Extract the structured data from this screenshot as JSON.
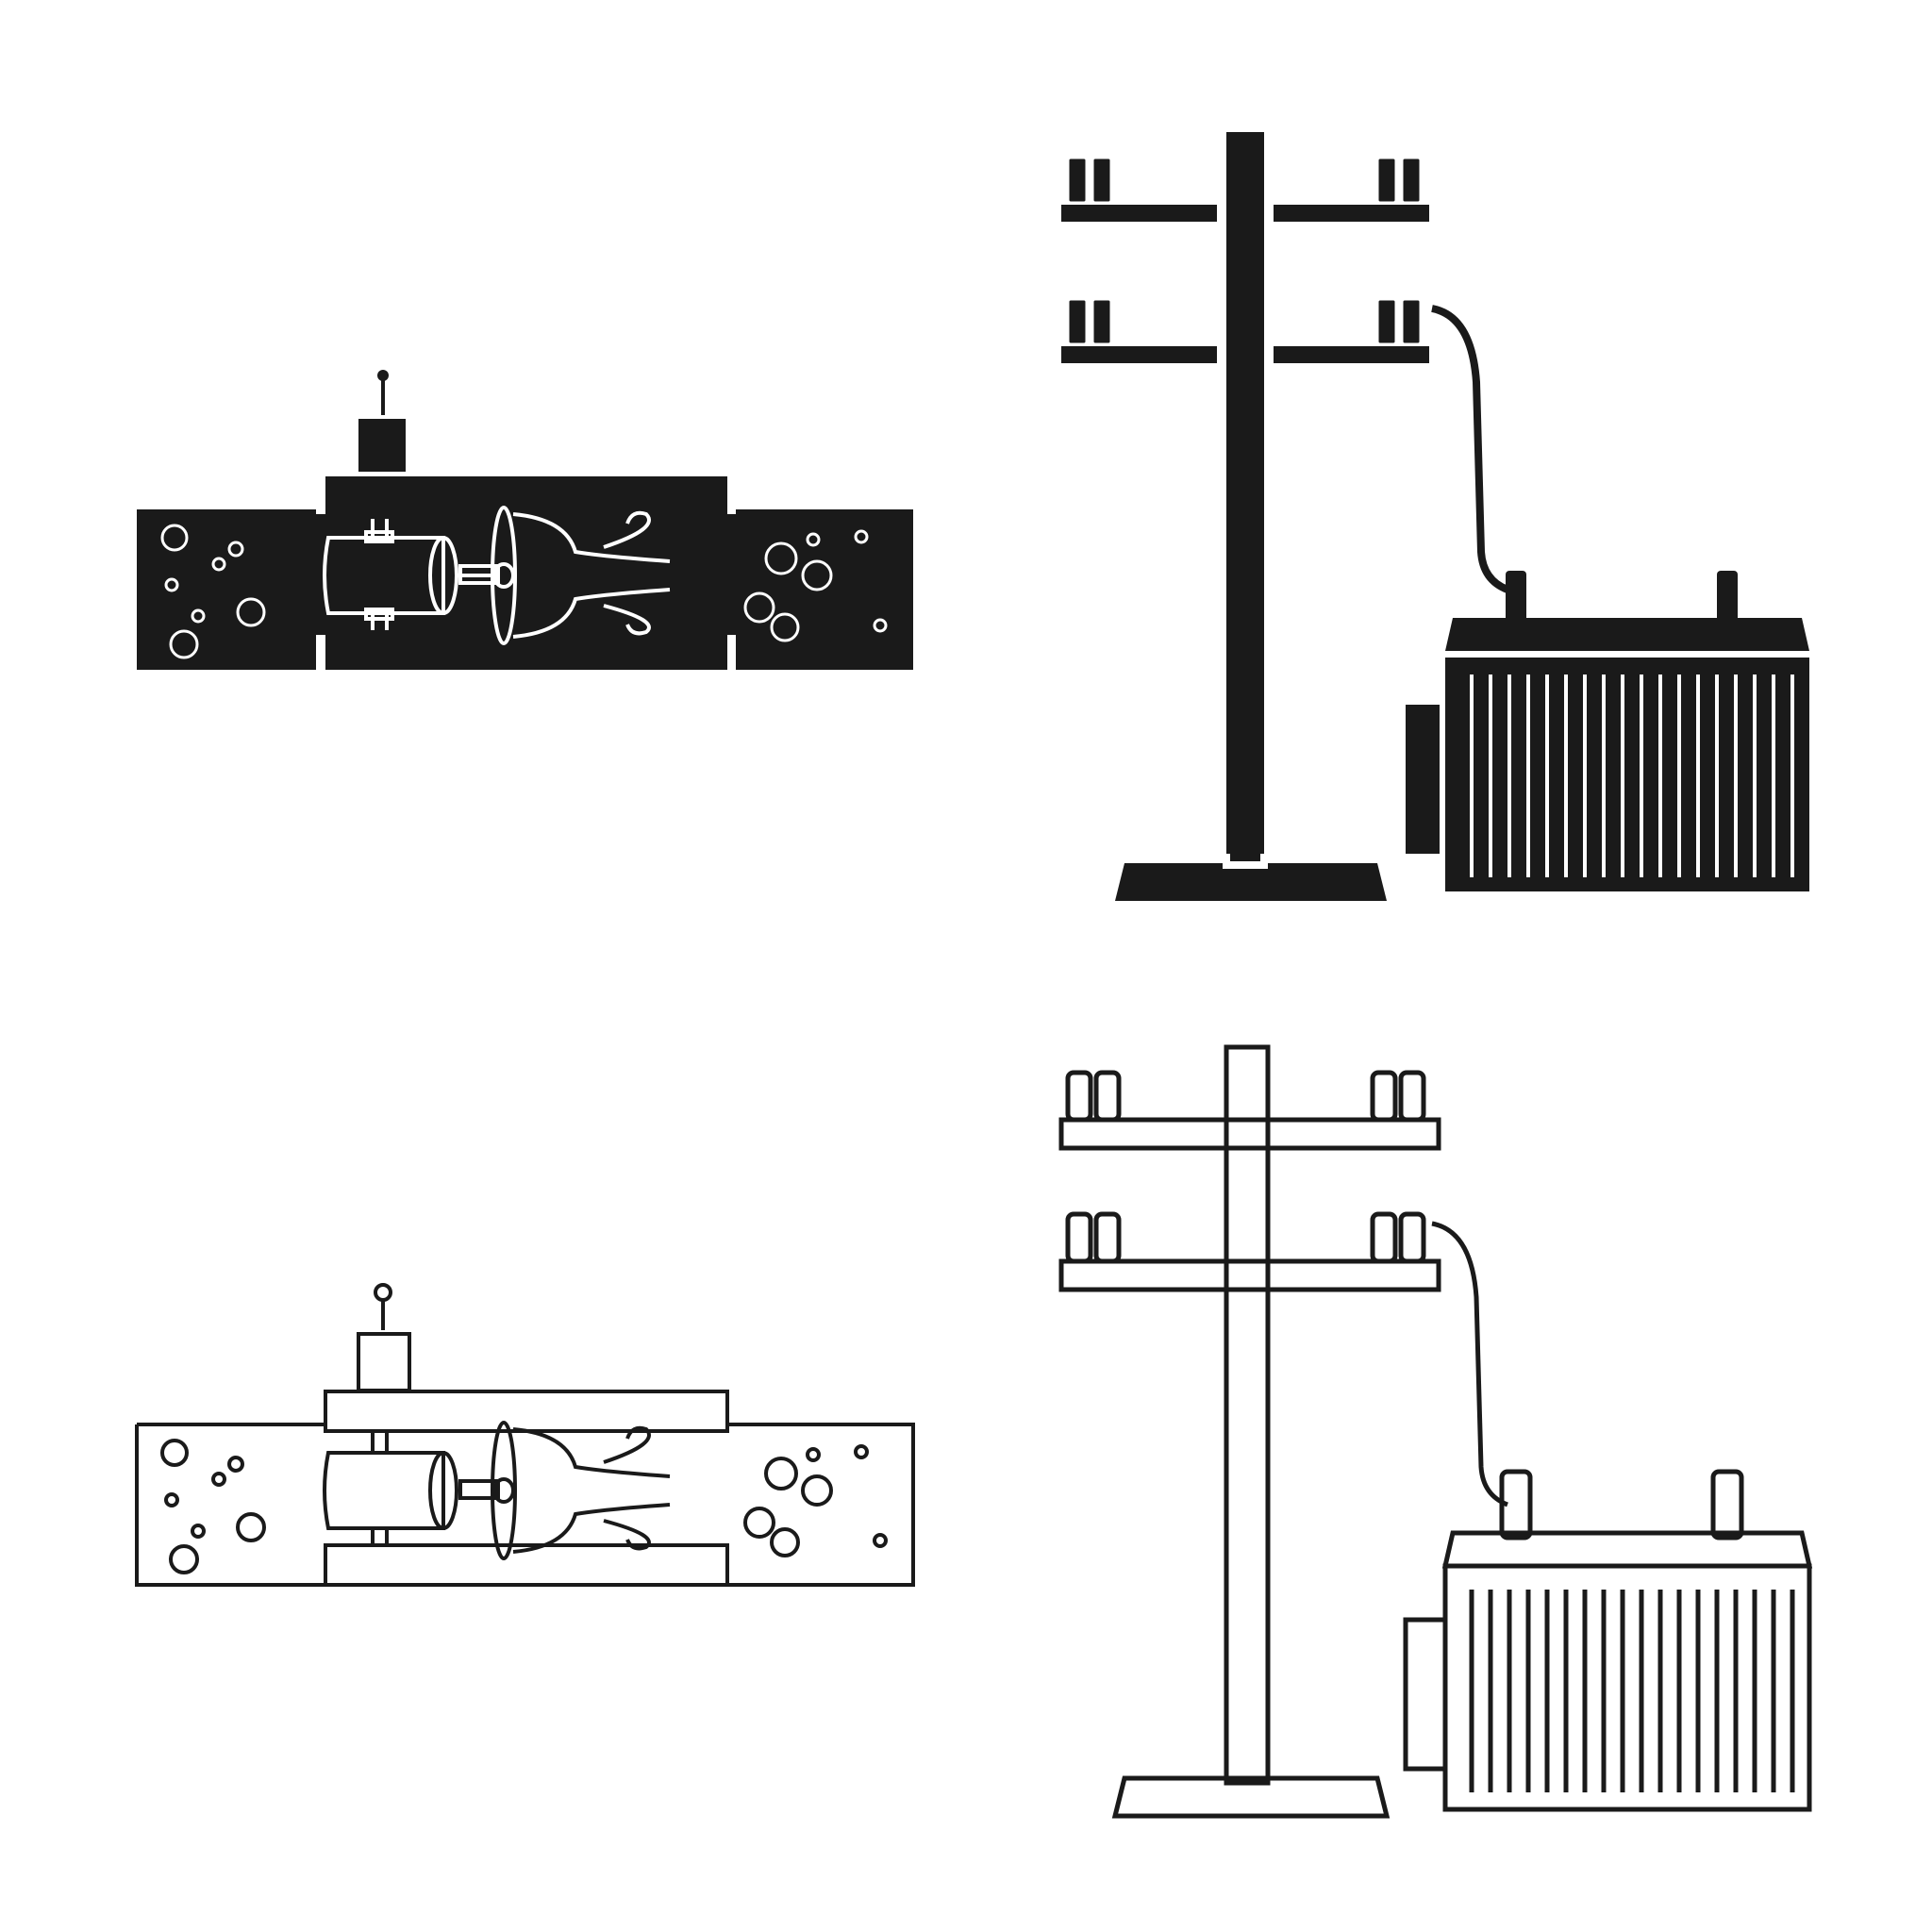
{
  "background_color": "#ffffff",
  "ink_color": "#1a1a1a",
  "icons": [
    {
      "id": "turbine-solid",
      "name": "underwater-tidal-turbine-icon",
      "style": "solid"
    },
    {
      "id": "power-pole-solid",
      "name": "power-pole-transformer-icon",
      "style": "solid"
    },
    {
      "id": "turbine-outline",
      "name": "underwater-tidal-turbine-icon",
      "style": "outline"
    },
    {
      "id": "power-pole-outline",
      "name": "power-pole-transformer-icon",
      "style": "outline"
    }
  ]
}
